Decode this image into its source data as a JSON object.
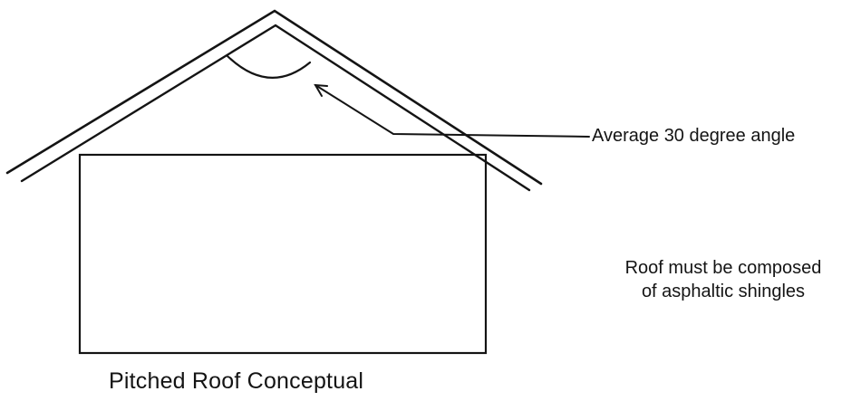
{
  "diagram": {
    "title": "Pitched Roof Conceptual",
    "angle_annotation": "Average 30 degree angle",
    "material_note_line1": "Roof must be composed",
    "material_note_line2": "of asphaltic shingles",
    "ink_color": "#141414",
    "background_color": "#ffffff"
  }
}
